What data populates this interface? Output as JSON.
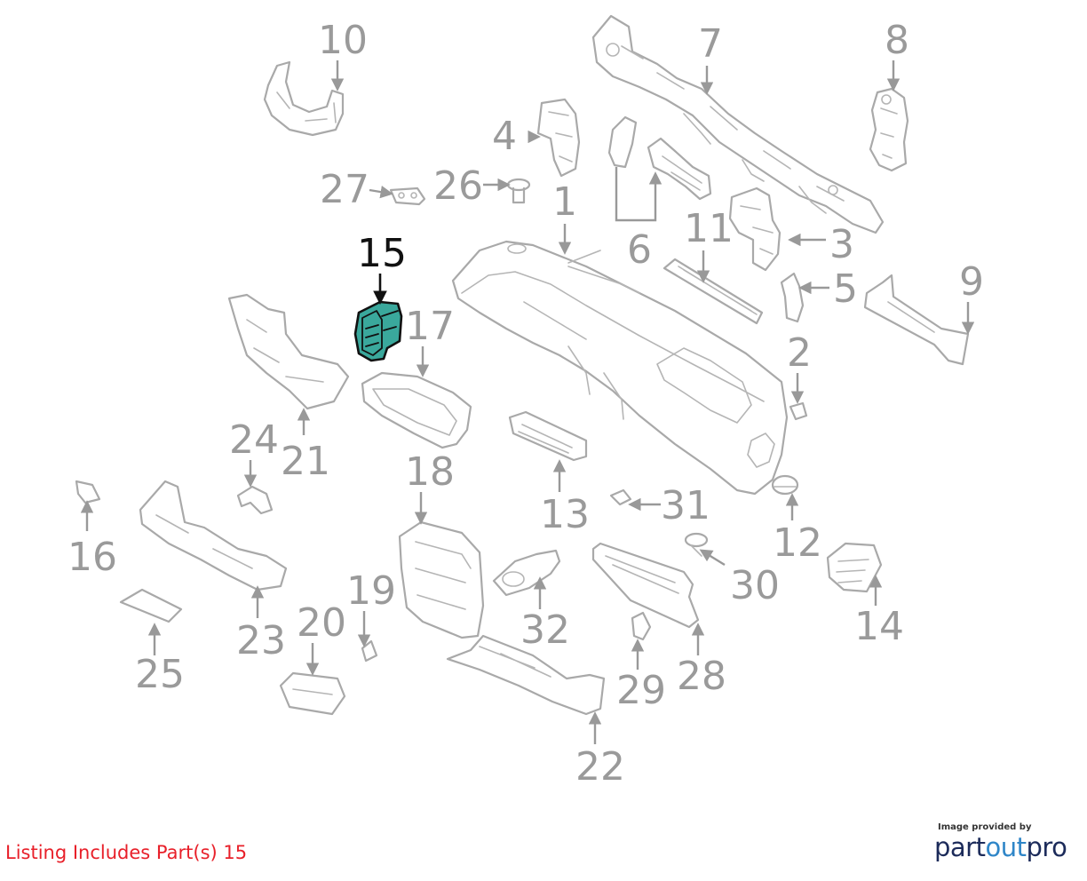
{
  "diagram": {
    "highlight_part": "15",
    "callouts": [
      {
        "id": "1"
      },
      {
        "id": "2"
      },
      {
        "id": "3"
      },
      {
        "id": "4"
      },
      {
        "id": "5"
      },
      {
        "id": "6"
      },
      {
        "id": "7"
      },
      {
        "id": "8"
      },
      {
        "id": "9"
      },
      {
        "id": "10"
      },
      {
        "id": "11"
      },
      {
        "id": "12"
      },
      {
        "id": "13"
      },
      {
        "id": "14"
      },
      {
        "id": "15"
      },
      {
        "id": "16"
      },
      {
        "id": "17"
      },
      {
        "id": "18"
      },
      {
        "id": "19"
      },
      {
        "id": "20"
      },
      {
        "id": "21"
      },
      {
        "id": "22"
      },
      {
        "id": "23"
      },
      {
        "id": "24"
      },
      {
        "id": "25"
      },
      {
        "id": "26"
      },
      {
        "id": "27"
      },
      {
        "id": "28"
      },
      {
        "id": "29"
      },
      {
        "id": "30"
      },
      {
        "id": "31"
      },
      {
        "id": "32"
      }
    ]
  },
  "footer": {
    "listing_note": "Listing Includes Part(s)  15",
    "provider_caption": "Image provided by",
    "provider_logo_part": "part",
    "provider_logo_out": "out",
    "provider_logo_pro": "pro"
  },
  "colors": {
    "highlight_fill": "#3aa89c",
    "note_red": "#e8202a",
    "logo_navy": "#1c2b5a",
    "logo_blue": "#2f86c8"
  }
}
